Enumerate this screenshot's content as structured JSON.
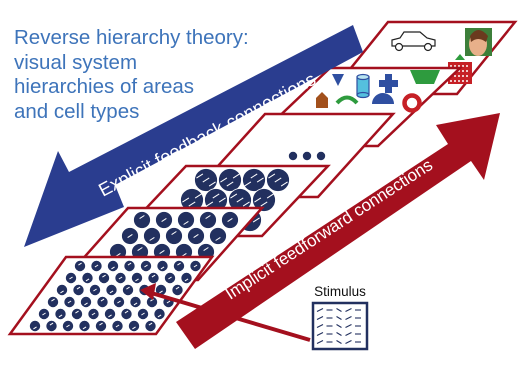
{
  "title_lines": [
    "Reverse hierarchy theory:",
    "visual system",
    "hierarchies of areas",
    "and cell types"
  ],
  "arrows": {
    "feedback": {
      "label": "Explicit feedback connections",
      "color": "#2a3d8f"
    },
    "feedforward": {
      "label": "Implicit feedforward connections",
      "color": "#a4101e"
    }
  },
  "stimulus_label": "Stimulus",
  "layer_count": 6,
  "colors": {
    "title": "#3e74ba",
    "layer_border": "#a4101e",
    "cell_fill": "#22305f",
    "icon_green": "#2e9b3e",
    "icon_blue": "#2f4fa1",
    "icon_orange": "#a2501c",
    "icon_cyan": "#55c0de",
    "icon_red": "#c62026"
  },
  "icons": [
    "car-icon",
    "face-icon",
    "triangle-icon",
    "cylinder-icon",
    "cross-icon",
    "trapezoid-icon",
    "house-icon",
    "arc-icon",
    "half-disc-icon",
    "ring-icon",
    "wedge-icon",
    "checker-icon"
  ]
}
